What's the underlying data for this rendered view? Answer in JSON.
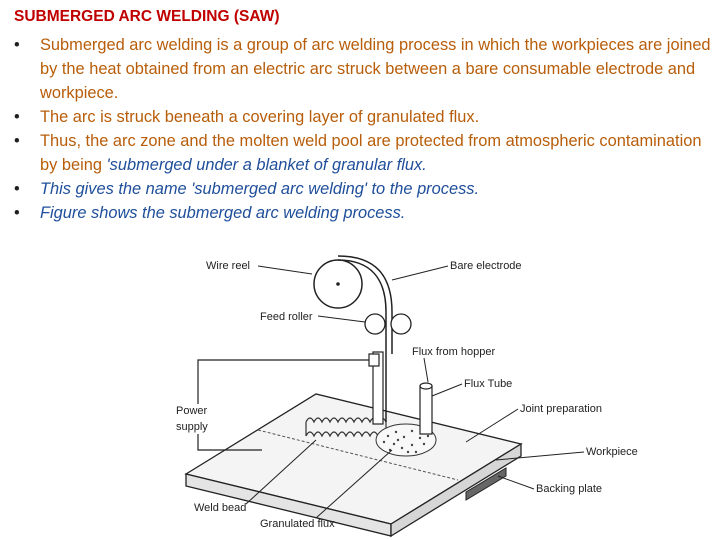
{
  "slide": {
    "title": "SUBMERGED ARC WELDING (SAW)",
    "bullets": [
      {
        "style": "orange",
        "text": "Submerged arc welding is a group of arc welding process in which the workpieces are joined by the heat obtained from an electric arc struck between a bare consumable electrode and workpiece."
      },
      {
        "style": "orange",
        "text": " The arc is struck beneath a covering layer of granulated flux."
      },
      {
        "style": "mixed",
        "parts": [
          "Thus, the arc zone and the molten weld pool are protected from atmospheric contamination by being ",
          "'submerged under a blanket of granular flux."
        ]
      },
      {
        "style": "blue-italic",
        "text": "This gives the name 'submerged arc welding' to the process."
      },
      {
        "style": "blue-italic",
        "text": "Figure shows the submerged arc welding process."
      }
    ]
  },
  "figure": {
    "labels": {
      "wire_reel": "Wire reel",
      "bare_electrode": "Bare electrode",
      "feed_roller": "Feed roller",
      "flux_from_hopper": "Flux from hopper",
      "flux_tube": "Flux Tube",
      "power_supply_1": "Power",
      "power_supply_2": "supply",
      "joint_preparation": "Joint preparation",
      "workpiece": "Workpiece",
      "backing_plate": "Backing plate",
      "weld_bead": "Weld bead",
      "granulated_flux": "Granulated flux"
    }
  }
}
